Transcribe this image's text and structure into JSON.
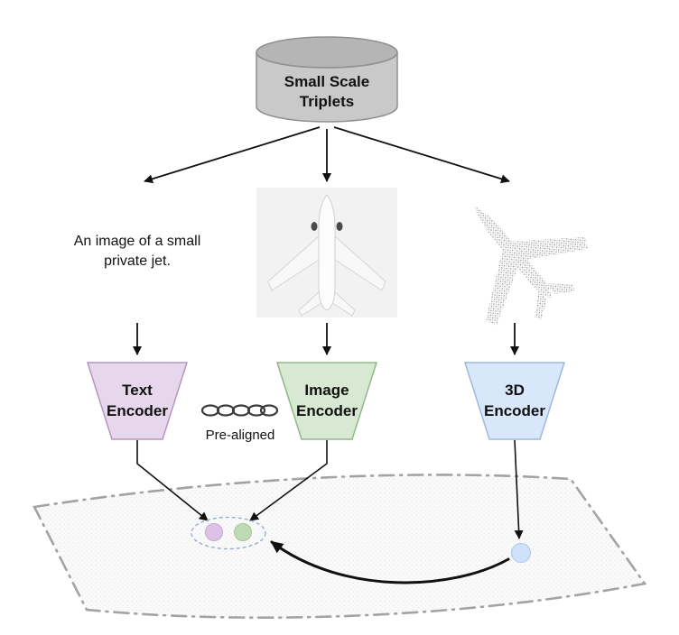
{
  "dataset": {
    "label_line1": "Small Scale",
    "label_line2": "Triplets"
  },
  "caption": {
    "line1": "An image of a small",
    "line2": "private jet."
  },
  "encoders": {
    "text": {
      "label_line1": "Text",
      "label_line2": "Encoder",
      "fill": "#e7d7ec",
      "stroke": "#b globally"
    },
    "image": {
      "label_line1": "Image",
      "label_line2": "Encoder",
      "fill": "#d7e9d2",
      "stroke": "#8fbา85"
    },
    "three_d": {
      "label_line1": "3D",
      "label_line2": "Encoder",
      "fill": "#d9e7fa",
      "stroke": "#9db9e0"
    }
  },
  "prealigned": {
    "label": "Pre-aligned",
    "icon": "chain-link-icon"
  },
  "embedding_points": {
    "text_dot_fill": "#dcc3e6",
    "text_dot_stroke": "#c7a7d3",
    "image_dot_fill": "#bedbb6",
    "image_dot_stroke": "#a2c698",
    "three_d_dot_fill": "#d0e2f9",
    "three_d_dot_stroke": "#a9c5ea"
  },
  "colors": {
    "cylinder_body": "#c9c9c9",
    "cylinder_top": "#b5b5b5",
    "cylinder_stroke": "#8f8f8f",
    "arrow": "#111111",
    "surface_stroke": "#a3a3a3",
    "surface_fill": "#fafafa",
    "cluster_ellipse_stroke": "#8ea9cc"
  }
}
